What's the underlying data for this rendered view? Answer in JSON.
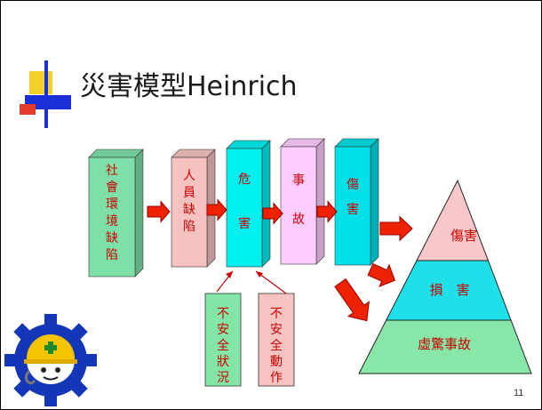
{
  "slide": {
    "title": "災害模型Heinrich",
    "page_number": "11"
  },
  "dominoes": [
    {
      "label": "社會環境缺陷",
      "fill": "#7ee0a8"
    },
    {
      "label": "人員缺陷",
      "fill": "#f5c2c0"
    },
    {
      "label": "危害",
      "fill": "#00f0f0"
    },
    {
      "label": "事故",
      "fill": "#ffccff"
    },
    {
      "label": "傷害",
      "fill": "#00e0e8"
    }
  ],
  "causes": [
    {
      "label": "不安全狀況",
      "fill": "#84e6a6"
    },
    {
      "label": "不安全動作",
      "fill": "#f5c4c2"
    }
  ],
  "pyramid": {
    "levels": [
      {
        "label": "傷害",
        "fill": "#f8c8c8"
      },
      {
        "label": "損　害",
        "fill": "#1ee0e8"
      },
      {
        "label": "虛驚事故",
        "fill": "#88e6a8"
      }
    ]
  },
  "colors": {
    "text_red": "#cc0000",
    "arrow_red": "#ee2200",
    "arrow_outline": "#990000",
    "title_bar_blue": "#1a2fd6",
    "title_block_yellow": "#f4d02a",
    "pointer_red": "#cc0000"
  },
  "icons": {
    "title_bullet": "title-accent-squares",
    "logo": "safety-helmet-gear-logo"
  }
}
